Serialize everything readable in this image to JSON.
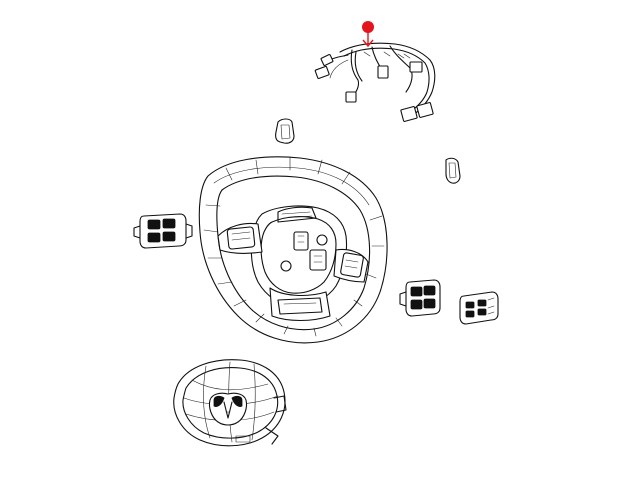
{
  "diagram": {
    "parts": [
      {
        "name": "wiring-harness"
      },
      {
        "name": "upper-trim-cap"
      },
      {
        "name": "right-trim-cap"
      },
      {
        "name": "steering-wheel"
      },
      {
        "name": "left-switch-pack"
      },
      {
        "name": "right-switch-pack"
      },
      {
        "name": "paddle-switch"
      },
      {
        "name": "driver-airbag"
      }
    ],
    "marker": {
      "color": "#e3141b",
      "target": "wiring-harness"
    },
    "colors": {
      "line": "#111111",
      "background": "#ffffff",
      "marker": "#e3141b"
    }
  }
}
